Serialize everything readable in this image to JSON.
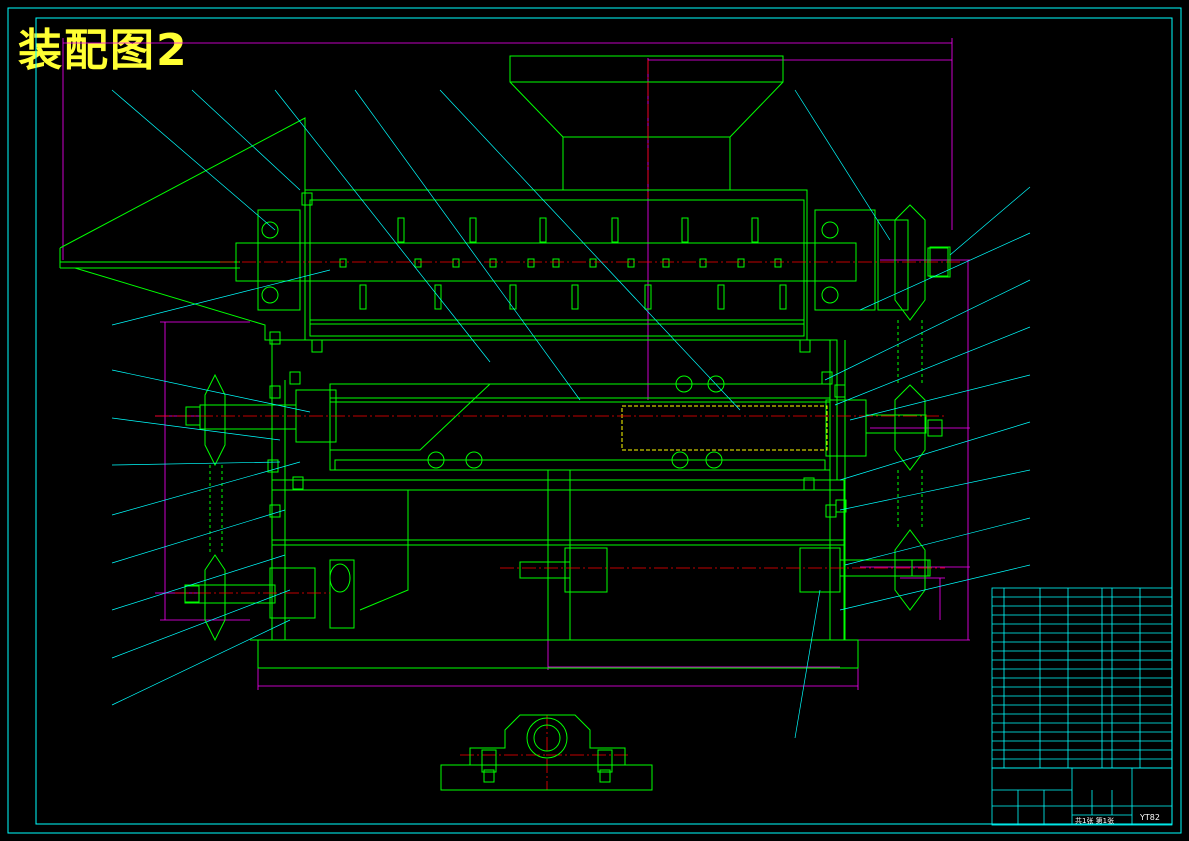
{
  "title": "装配图2",
  "title_block": {
    "drawing_no": "YT82",
    "sheet": "共1张 第1张"
  },
  "colors": {
    "background": "#000000",
    "frame": "#00ffff",
    "outline": "#00ff00",
    "centerline": "#ff0000",
    "dimension": "#ff00ff",
    "hidden": "#ffff00",
    "title": "#ffff33",
    "leader": "#00ffff"
  }
}
